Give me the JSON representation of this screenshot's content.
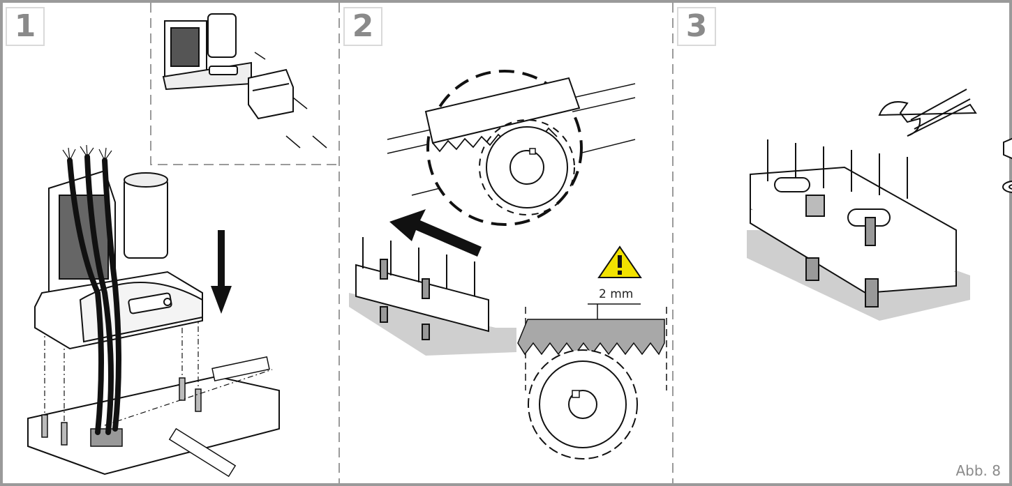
{
  "panels": [
    {
      "number": "1"
    },
    {
      "number": "2"
    },
    {
      "number": "3"
    }
  ],
  "measurement": {
    "gap_label": "2 mm"
  },
  "figure": {
    "label": "Abb. 8"
  },
  "colors": {
    "frame": "#9a9a9a",
    "panel_number": "#8a8a8a",
    "warning": "#f2e200",
    "shadow": "#d6d6d6"
  },
  "icons": [
    "warning-triangle-icon",
    "arrow-down-icon",
    "arrow-left-icon",
    "wrench-icon"
  ]
}
